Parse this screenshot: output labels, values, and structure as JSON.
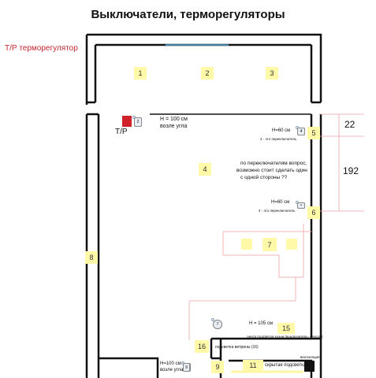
{
  "title": "Выключатели, терморегуляторы",
  "legend": "Т/Р  терморегулятор",
  "thermostat": {
    "label": "Т/Р",
    "note_line1": "Н = 100 см",
    "note_line2": "возле угла",
    "switch_labels": [
      "1",
      "3",
      "2"
    ]
  },
  "zones": [
    "1",
    "2",
    "3",
    "4",
    "5",
    "6",
    "7",
    "8",
    "9",
    "11",
    "15",
    "16"
  ],
  "empty_marks": [
    "",
    ""
  ],
  "switch5": {
    "height": "Н=60 см",
    "note": "4 - это переключатель",
    "symbols": [
      "•",
      "4"
    ]
  },
  "switch6": {
    "height": "Н=60 см",
    "note": "4 - это переключатель",
    "symbols": [
      "6",
      "4",
      "•"
    ]
  },
  "question": [
    "по переключателям вопрос,",
    "возможно стоит сделать один",
    "с одной стороны ??"
  ],
  "dimensions": [
    "22",
    "192"
  ],
  "switch_group_15": {
    "symbols": [
      "•",
      "•",
      "7"
    ],
    "height": "Н = 105 см"
  },
  "kitchen_notes": [
    "лента подсветка кухни (выключатель- сенсор)",
    "подсветка витрины (16)"
  ],
  "switch_group_9": {
    "symbols": [
      "•",
      "8",
      "16",
      "9"
    ],
    "height": "Н=100 см",
    "note": "возле угла"
  },
  "hidden_light": "скрытая подсветка",
  "ventilation": "вентиляция",
  "colors": {
    "wall": "#111111",
    "marker": "#fff9a8",
    "thermostat": "#d0202a",
    "guide": "#f2b6b6",
    "dim_line": "#e8a0a0",
    "window": "#4aa3d8"
  }
}
